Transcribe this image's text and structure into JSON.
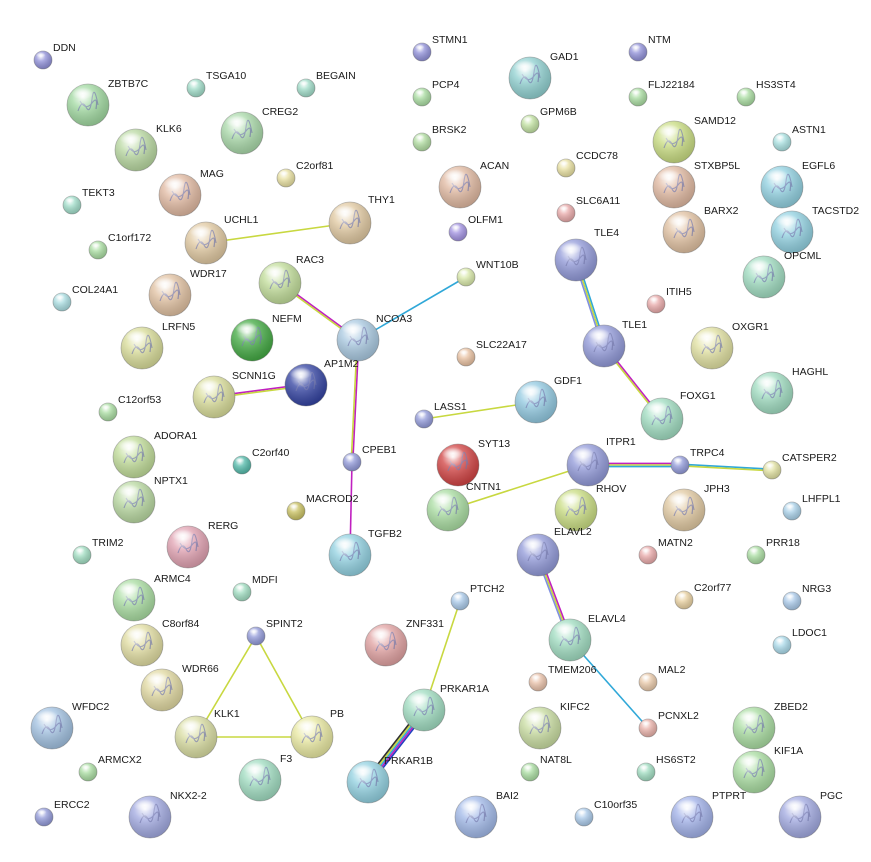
{
  "network": {
    "nodes": [
      {
        "id": "DDN",
        "label": "DDN",
        "color": "#8f8fd8",
        "size": "small"
      },
      {
        "id": "STMN1",
        "label": "STMN1",
        "color": "#8f8fd8",
        "size": "small"
      },
      {
        "id": "GAD1",
        "label": "GAD1",
        "color": "#8fd0d0",
        "size": "large",
        "structure": true
      },
      {
        "id": "NTM",
        "label": "NTM",
        "color": "#8f8fd8",
        "size": "small"
      },
      {
        "id": "ZBTB7C",
        "label": "ZBTB7C",
        "color": "#9fd89f",
        "size": "large",
        "structure": true
      },
      {
        "id": "TSGA10",
        "label": "TSGA10",
        "color": "#9fdcc8",
        "size": "small"
      },
      {
        "id": "BEGAIN",
        "label": "BEGAIN",
        "color": "#9fdcc8",
        "size": "small"
      },
      {
        "id": "PCP4",
        "label": "PCP4",
        "color": "#a8dca0",
        "size": "small"
      },
      {
        "id": "FLJ22184",
        "label": "FLJ22184",
        "color": "#a8dca0",
        "size": "small"
      },
      {
        "id": "HS3ST4",
        "label": "HS3ST4",
        "color": "#a8dca0",
        "size": "small"
      },
      {
        "id": "KLK6",
        "label": "KLK6",
        "color": "#b8d8a0",
        "size": "large",
        "structure": true
      },
      {
        "id": "CREG2",
        "label": "CREG2",
        "color": "#a8d8a8",
        "size": "large",
        "structure": true
      },
      {
        "id": "BRSK2",
        "label": "BRSK2",
        "color": "#b0dca0",
        "size": "small"
      },
      {
        "id": "GPM6B",
        "label": "GPM6B",
        "color": "#c0e0a0",
        "size": "small"
      },
      {
        "id": "SAMD12",
        "label": "SAMD12",
        "color": "#c8dc80",
        "size": "large",
        "structure": true
      },
      {
        "id": "ASTN1",
        "label": "ASTN1",
        "color": "#a8e0e0",
        "size": "small"
      },
      {
        "id": "C2orf81",
        "label": "C2orf81",
        "color": "#e8e0a0",
        "size": "small"
      },
      {
        "id": "CCDC78",
        "label": "CCDC78",
        "color": "#e8e0a0",
        "size": "small"
      },
      {
        "id": "TEKT3",
        "label": "TEKT3",
        "color": "#9fdcc8",
        "size": "small"
      },
      {
        "id": "MAG",
        "label": "MAG",
        "color": "#e0b8a0",
        "size": "large",
        "structure": true
      },
      {
        "id": "ACAN",
        "label": "ACAN",
        "color": "#e0b8a0",
        "size": "large",
        "structure": true
      },
      {
        "id": "STXBP5L",
        "label": "STXBP5L",
        "color": "#e0b8a0",
        "size": "large",
        "structure": true
      },
      {
        "id": "EGFL6",
        "label": "EGFL6",
        "color": "#90d0e0",
        "size": "large",
        "structure": true
      },
      {
        "id": "THY1",
        "label": "THY1",
        "color": "#e0c8a0",
        "size": "large",
        "structure": true
      },
      {
        "id": "SLC6A11",
        "label": "SLC6A11",
        "color": "#e8a8a8",
        "size": "small"
      },
      {
        "id": "UCHL1",
        "label": "UCHL1",
        "color": "#e0c8a0",
        "size": "large",
        "structure": true
      },
      {
        "id": "C1orf172",
        "label": "C1orf172",
        "color": "#a8dca0",
        "size": "small"
      },
      {
        "id": "OLFM1",
        "label": "OLFM1",
        "color": "#a090e0",
        "size": "small"
      },
      {
        "id": "BARX2",
        "label": "BARX2",
        "color": "#e0c0a0",
        "size": "large",
        "structure": true
      },
      {
        "id": "TACSTD2",
        "label": "TACSTD2",
        "color": "#90d0e0",
        "size": "large",
        "structure": true
      },
      {
        "id": "TLE4",
        "label": "TLE4",
        "color": "#9098d8",
        "size": "large",
        "structure": true
      },
      {
        "id": "WDR17",
        "label": "WDR17",
        "color": "#e0c0a0",
        "size": "large",
        "structure": true
      },
      {
        "id": "RAC3",
        "label": "RAC3",
        "color": "#c0dc98",
        "size": "large",
        "structure": true
      },
      {
        "id": "WNT10B",
        "label": "WNT10B",
        "color": "#d8e8a8",
        "size": "small"
      },
      {
        "id": "OPCML",
        "label": "OPCML",
        "color": "#9fdcc0",
        "size": "large",
        "structure": true
      },
      {
        "id": "COL24A1",
        "label": "COL24A1",
        "color": "#a8dce0",
        "size": "small"
      },
      {
        "id": "ITIH5",
        "label": "ITIH5",
        "color": "#e8a8a8",
        "size": "small"
      },
      {
        "id": "NEFM",
        "label": "NEFM",
        "color": "#40a840",
        "size": "large",
        "structure": true
      },
      {
        "id": "NCOA3",
        "label": "NCOA3",
        "color": "#a8c8e0",
        "size": "large",
        "structure": true
      },
      {
        "id": "TLE1",
        "label": "TLE1",
        "color": "#9098d8",
        "size": "large",
        "structure": true
      },
      {
        "id": "LRFN5",
        "label": "LRFN5",
        "color": "#d8dc98",
        "size": "large",
        "structure": true
      },
      {
        "id": "OXGR1",
        "label": "OXGR1",
        "color": "#e0e0a0",
        "size": "large",
        "structure": true
      },
      {
        "id": "AP1M2",
        "label": "AP1M2",
        "color": "#3040a0",
        "size": "large",
        "structure": true
      },
      {
        "id": "SLC22A17",
        "label": "SLC22A17",
        "color": "#e8c0a0",
        "size": "small"
      },
      {
        "id": "SCNN1G",
        "label": "SCNN1G",
        "color": "#d8dc98",
        "size": "large",
        "structure": true
      },
      {
        "id": "GDF1",
        "label": "GDF1",
        "color": "#90c8e0",
        "size": "large",
        "structure": true
      },
      {
        "id": "HAGHL",
        "label": "HAGHL",
        "color": "#9fdcc0",
        "size": "large",
        "structure": true
      },
      {
        "id": "C12orf53",
        "label": "C12orf53",
        "color": "#a8dca0",
        "size": "small"
      },
      {
        "id": "LASS1",
        "label": "LASS1",
        "color": "#9098d8",
        "size": "small"
      },
      {
        "id": "FOXG1",
        "label": "FOXG1",
        "color": "#9fdcc0",
        "size": "large",
        "structure": true
      },
      {
        "id": "ADORA1",
        "label": "ADORA1",
        "color": "#c0dc98",
        "size": "large",
        "structure": true
      },
      {
        "id": "C2orf40",
        "label": "C2orf40",
        "color": "#50b8a8",
        "size": "small"
      },
      {
        "id": "CPEB1",
        "label": "CPEB1",
        "color": "#9098d8",
        "size": "small"
      },
      {
        "id": "SYT13",
        "label": "SYT13",
        "color": "#d04040",
        "size": "large",
        "structure": true
      },
      {
        "id": "ITPR1",
        "label": "ITPR1",
        "color": "#9098d8",
        "size": "large",
        "structure": true
      },
      {
        "id": "TRPC4",
        "label": "TRPC4",
        "color": "#9098d8",
        "size": "small"
      },
      {
        "id": "CATSPER2",
        "label": "CATSPER2",
        "color": "#e0e0a0",
        "size": "small"
      },
      {
        "id": "NPTX1",
        "label": "NPTX1",
        "color": "#b8d8a0",
        "size": "large",
        "structure": true
      },
      {
        "id": "MACROD2",
        "label": "MACROD2",
        "color": "#c8c060",
        "size": "small"
      },
      {
        "id": "CNTN1",
        "label": "CNTN1",
        "color": "#a8dca0",
        "size": "large",
        "structure": true
      },
      {
        "id": "RHOV",
        "label": "RHOV",
        "color": "#c8dc80",
        "size": "large",
        "structure": true
      },
      {
        "id": "JPH3",
        "label": "JPH3",
        "color": "#e0c8a0",
        "size": "large",
        "structure": true
      },
      {
        "id": "LHFPL1",
        "label": "LHFPL1",
        "color": "#a8d0e8",
        "size": "small"
      },
      {
        "id": "RERG",
        "label": "RERG",
        "color": "#e0a0b0",
        "size": "large",
        "structure": true
      },
      {
        "id": "TGFB2",
        "label": "TGFB2",
        "color": "#90d0e0",
        "size": "large",
        "structure": true
      },
      {
        "id": "TRIM2",
        "label": "TRIM2",
        "color": "#9fdcc0",
        "size": "small"
      },
      {
        "id": "ELAVL2",
        "label": "ELAVL2",
        "color": "#9098d8",
        "size": "large",
        "structure": true
      },
      {
        "id": "MATN2",
        "label": "MATN2",
        "color": "#e8a8a8",
        "size": "small"
      },
      {
        "id": "PRR18",
        "label": "PRR18",
        "color": "#a8dca0",
        "size": "small"
      },
      {
        "id": "ARMC4",
        "label": "ARMC4",
        "color": "#a8dca0",
        "size": "large",
        "structure": true
      },
      {
        "id": "MDFI",
        "label": "MDFI",
        "color": "#9fdcc0",
        "size": "small"
      },
      {
        "id": "C2orf77",
        "label": "C2orf77",
        "color": "#e8d0a0",
        "size": "small"
      },
      {
        "id": "NRG3",
        "label": "NRG3",
        "color": "#a8c8e8",
        "size": "small"
      },
      {
        "id": "C8orf84",
        "label": "C8orf84",
        "color": "#e0dca0",
        "size": "large",
        "structure": true
      },
      {
        "id": "SPINT2",
        "label": "SPINT2",
        "color": "#9098d8",
        "size": "small"
      },
      {
        "id": "PTCH2",
        "label": "PTCH2",
        "color": "#a8c8e8",
        "size": "small"
      },
      {
        "id": "ZNF331",
        "label": "ZNF331",
        "color": "#e0a0a0",
        "size": "large",
        "structure": true
      },
      {
        "id": "ELAVL4",
        "label": "ELAVL4",
        "color": "#9fdcc0",
        "size": "large",
        "structure": true
      },
      {
        "id": "LDOC1",
        "label": "LDOC1",
        "color": "#a8d8e8",
        "size": "small"
      },
      {
        "id": "WDR66",
        "label": "WDR66",
        "color": "#e0d8a0",
        "size": "large",
        "structure": true
      },
      {
        "id": "TMEM206",
        "label": "TMEM206",
        "color": "#e8c0a8",
        "size": "small"
      },
      {
        "id": "MAL2",
        "label": "MAL2",
        "color": "#e8c8a8",
        "size": "small"
      },
      {
        "id": "PRKAR1A",
        "label": "PRKAR1A",
        "color": "#9fdcc0",
        "size": "large",
        "structure": true
      },
      {
        "id": "WFDC2",
        "label": "WFDC2",
        "color": "#a0c0e0",
        "size": "large",
        "structure": true
      },
      {
        "id": "KLK1",
        "label": "KLK1",
        "color": "#d8dca0",
        "size": "large",
        "structure": true
      },
      {
        "id": "PB",
        "label": "PB",
        "color": "#e8e8a0",
        "size": "large",
        "structure": true
      },
      {
        "id": "KIFC2",
        "label": "KIFC2",
        "color": "#c8dca0",
        "size": "large",
        "structure": true
      },
      {
        "id": "PCNXL2",
        "label": "PCNXL2",
        "color": "#e8b0a8",
        "size": "small"
      },
      {
        "id": "ZBED2",
        "label": "ZBED2",
        "color": "#a8dca0",
        "size": "large",
        "structure": true
      },
      {
        "id": "ARMCX2",
        "label": "ARMCX2",
        "color": "#a8dca0",
        "size": "small"
      },
      {
        "id": "F3",
        "label": "F3",
        "color": "#9fdcc0",
        "size": "large",
        "structure": true
      },
      {
        "id": "PRKAR1B",
        "label": "PRKAR1B",
        "color": "#90d0e0",
        "size": "large",
        "structure": true
      },
      {
        "id": "NAT8L",
        "label": "NAT8L",
        "color": "#a8dca0",
        "size": "small"
      },
      {
        "id": "HS6ST2",
        "label": "HS6ST2",
        "color": "#9fdcc0",
        "size": "small"
      },
      {
        "id": "KIF1A",
        "label": "KIF1A",
        "color": "#a8dca0",
        "size": "large",
        "structure": true
      },
      {
        "id": "ERCC2",
        "label": "ERCC2",
        "color": "#9098d8",
        "size": "small"
      },
      {
        "id": "NKX2-2",
        "label": "NKX2-2",
        "color": "#a0a8e0",
        "size": "large",
        "structure": true
      },
      {
        "id": "BAI2",
        "label": "BAI2",
        "color": "#a0b8e8",
        "size": "large",
        "structure": true
      },
      {
        "id": "C10orf35",
        "label": "C10orf35",
        "color": "#a8c8e8",
        "size": "small"
      },
      {
        "id": "PTPRT",
        "label": "PTPRT",
        "color": "#a0b0e8",
        "size": "large",
        "structure": true
      },
      {
        "id": "PGC",
        "label": "PGC",
        "color": "#a0a8e0",
        "size": "large",
        "structure": true
      }
    ],
    "edges": [
      {
        "source": "UCHL1",
        "target": "THY1",
        "colors": [
          "#c8d840"
        ]
      },
      {
        "source": "RAC3",
        "target": "NCOA3",
        "colors": [
          "#c020c0",
          "#c8d840"
        ]
      },
      {
        "source": "NCOA3",
        "target": "WNT10B",
        "colors": [
          "#30a8d8"
        ]
      },
      {
        "source": "NCOA3",
        "target": "CPEB1",
        "colors": [
          "#c020c0",
          "#c8d840"
        ]
      },
      {
        "source": "CPEB1",
        "target": "TGFB2",
        "colors": [
          "#c020c0"
        ]
      },
      {
        "source": "SCNN1G",
        "target": "AP1M2",
        "colors": [
          "#c020c0",
          "#c8d840"
        ]
      },
      {
        "source": "TLE4",
        "target": "TLE1",
        "colors": [
          "#30a8d8",
          "#c8d840",
          "#8090e0"
        ]
      },
      {
        "source": "TLE1",
        "target": "FOXG1",
        "colors": [
          "#c020c0",
          "#c8d840"
        ]
      },
      {
        "source": "LASS1",
        "target": "GDF1",
        "colors": [
          "#c8d840"
        ]
      },
      {
        "source": "ITPR1",
        "target": "TRPC4",
        "colors": [
          "#c020c0",
          "#c8d840",
          "#30a8d8"
        ]
      },
      {
        "source": "TRPC4",
        "target": "CATSPER2",
        "colors": [
          "#30a8d8",
          "#c8d840"
        ]
      },
      {
        "source": "ITPR1",
        "target": "CNTN1",
        "colors": [
          "#c8d840"
        ]
      },
      {
        "source": "ELAVL2",
        "target": "ELAVL4",
        "colors": [
          "#c020c0",
          "#c8d840",
          "#8090e0"
        ]
      },
      {
        "source": "ELAVL4",
        "target": "PCNXL2",
        "colors": [
          "#30a8d8"
        ]
      },
      {
        "source": "SPINT2",
        "target": "KLK1",
        "colors": [
          "#c8d840"
        ]
      },
      {
        "source": "SPINT2",
        "target": "PB",
        "colors": [
          "#c8d840"
        ]
      },
      {
        "source": "KLK1",
        "target": "PB",
        "colors": [
          "#c8d840"
        ]
      },
      {
        "source": "PTCH2",
        "target": "PRKAR1A",
        "colors": [
          "#c8d840"
        ]
      },
      {
        "source": "PRKAR1A",
        "target": "PRKAR1B",
        "colors": [
          "#2040c0",
          "#c020c0",
          "#30a8d8",
          "#c8d840",
          "#303030"
        ]
      }
    ]
  }
}
